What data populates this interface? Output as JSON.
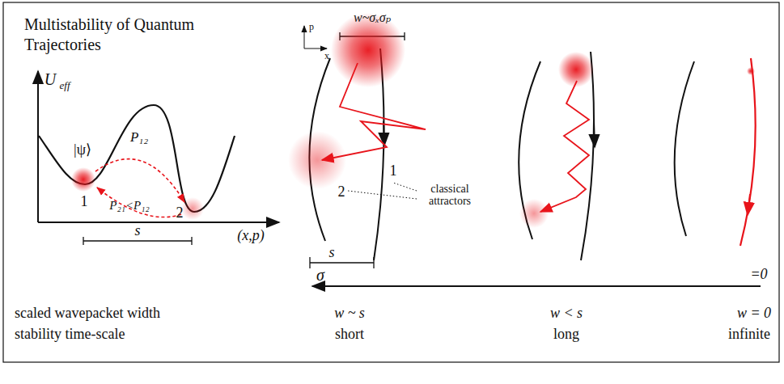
{
  "diagram": {
    "title": "Multistability of Quantum Trajectories",
    "labels": [
      "U",
      "eff",
      "|ψ⟩",
      "1",
      "2",
      "P₁₂",
      "P₂₁<P₁₂",
      "s",
      "(x,p)",
      "w~σₓσₚ",
      "p",
      "x",
      "2",
      "1",
      "classical attractors",
      "s",
      "σ",
      "=0",
      "scaled wavepacket width",
      "w ~ s",
      "w < s",
      "w = 0",
      "stability time-scale",
      "short",
      "long",
      "infinite"
    ]
  }
}
